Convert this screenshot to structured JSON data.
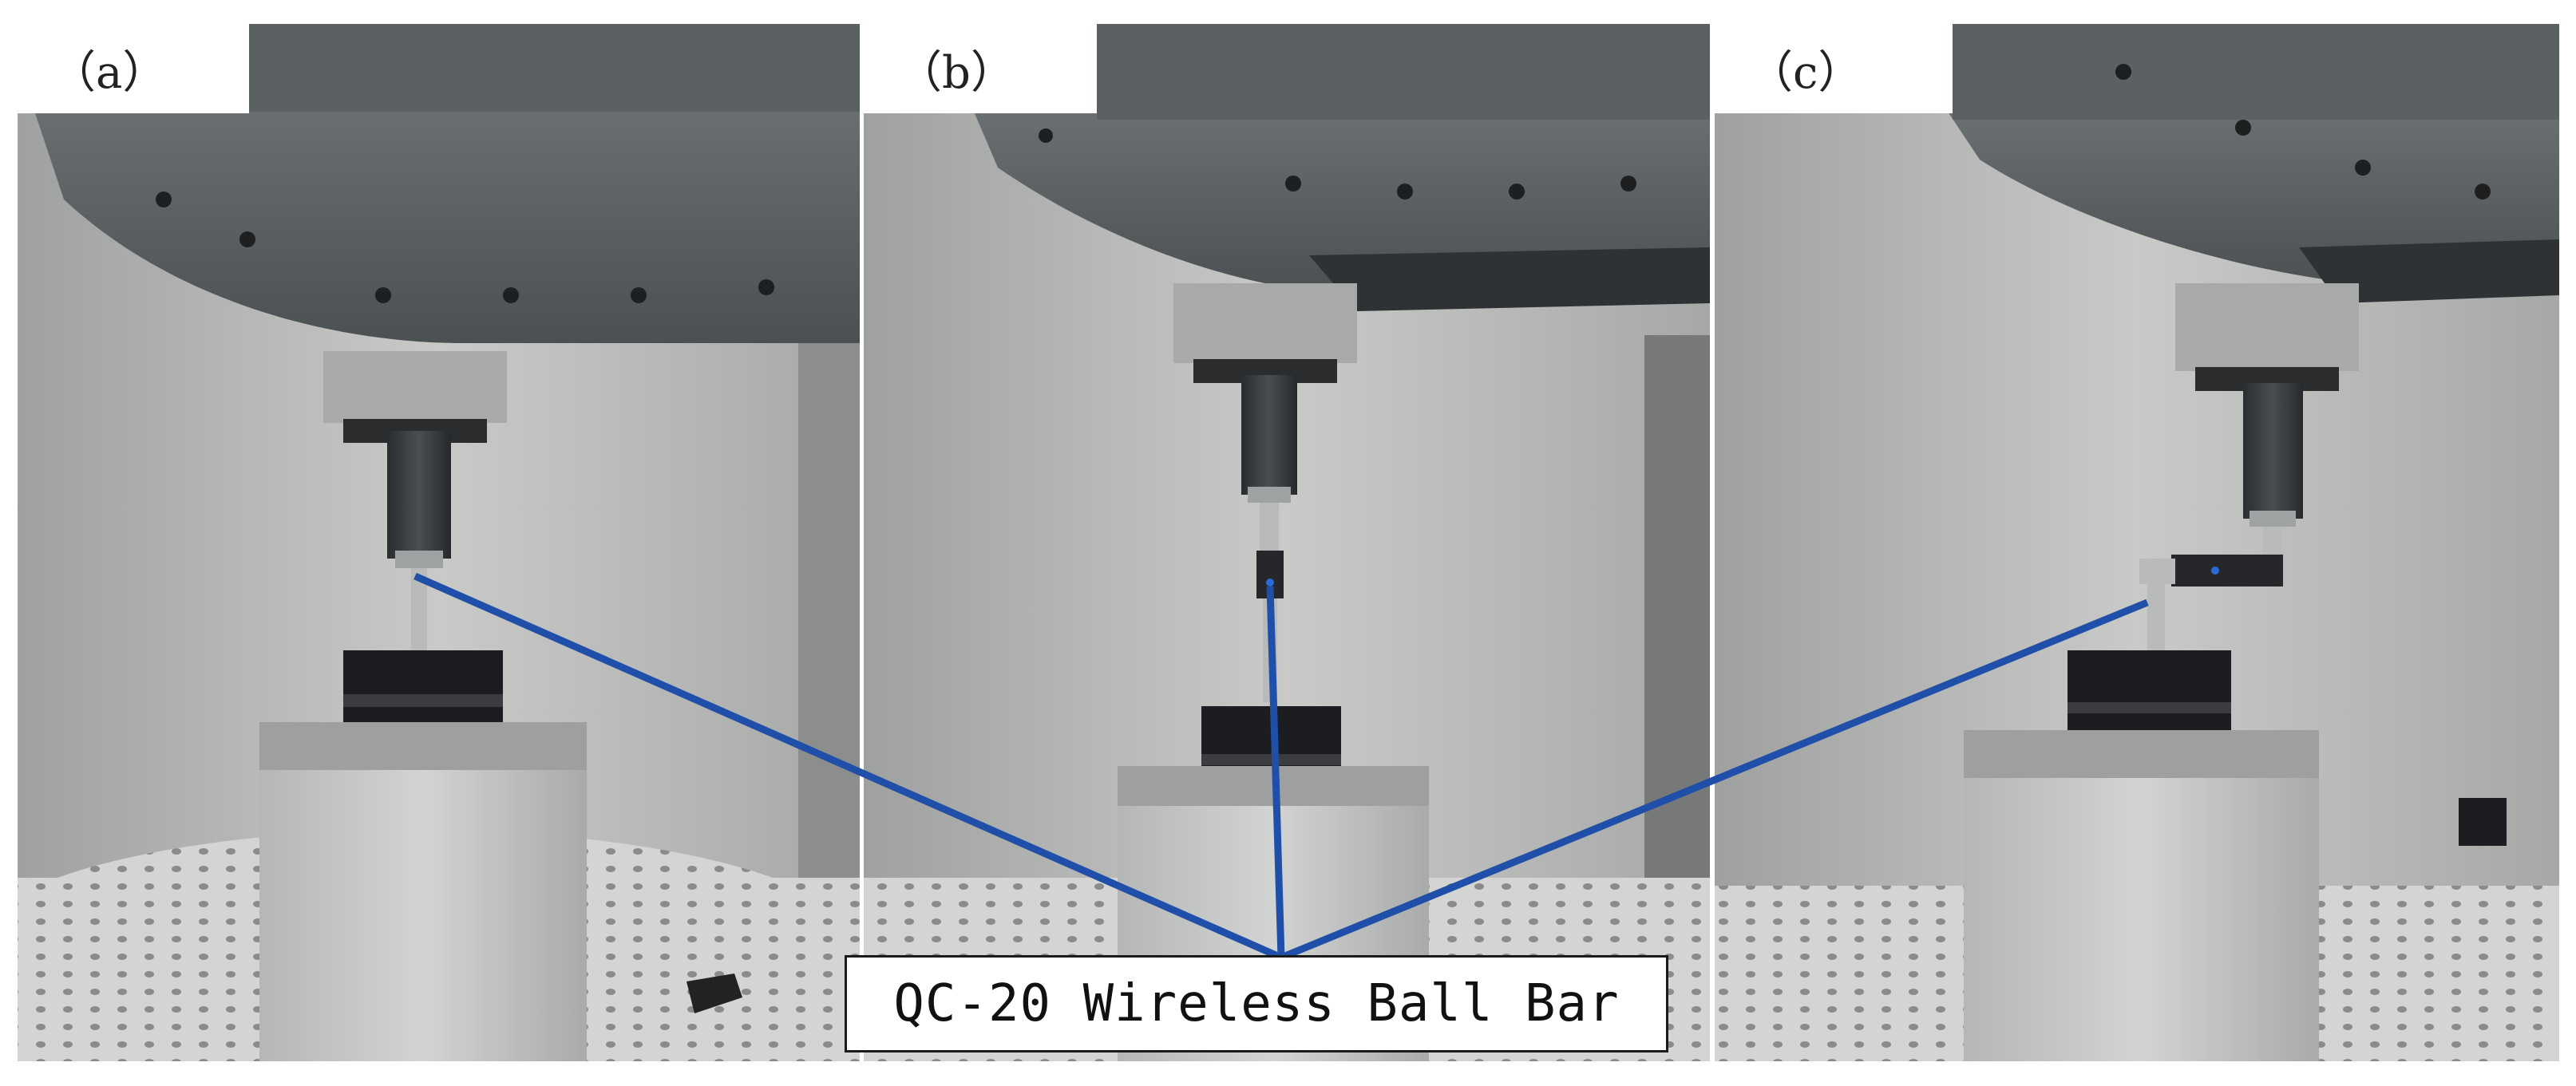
{
  "figure": {
    "panels": [
      {
        "id": "a",
        "label": "（a）"
      },
      {
        "id": "b",
        "label": "（b）"
      },
      {
        "id": "c",
        "label": "（c）"
      }
    ],
    "callout": {
      "label": "QC-20 Wireless Ball Bar",
      "line_color": "#1f4fa8"
    },
    "colors": {
      "machine_body": "#5a5f61",
      "background_wall": "#bdbdbb",
      "aluminum_block": "#c4c6c6",
      "vise": "#1c1d20",
      "rotary_table": "#d3d4d2"
    }
  }
}
